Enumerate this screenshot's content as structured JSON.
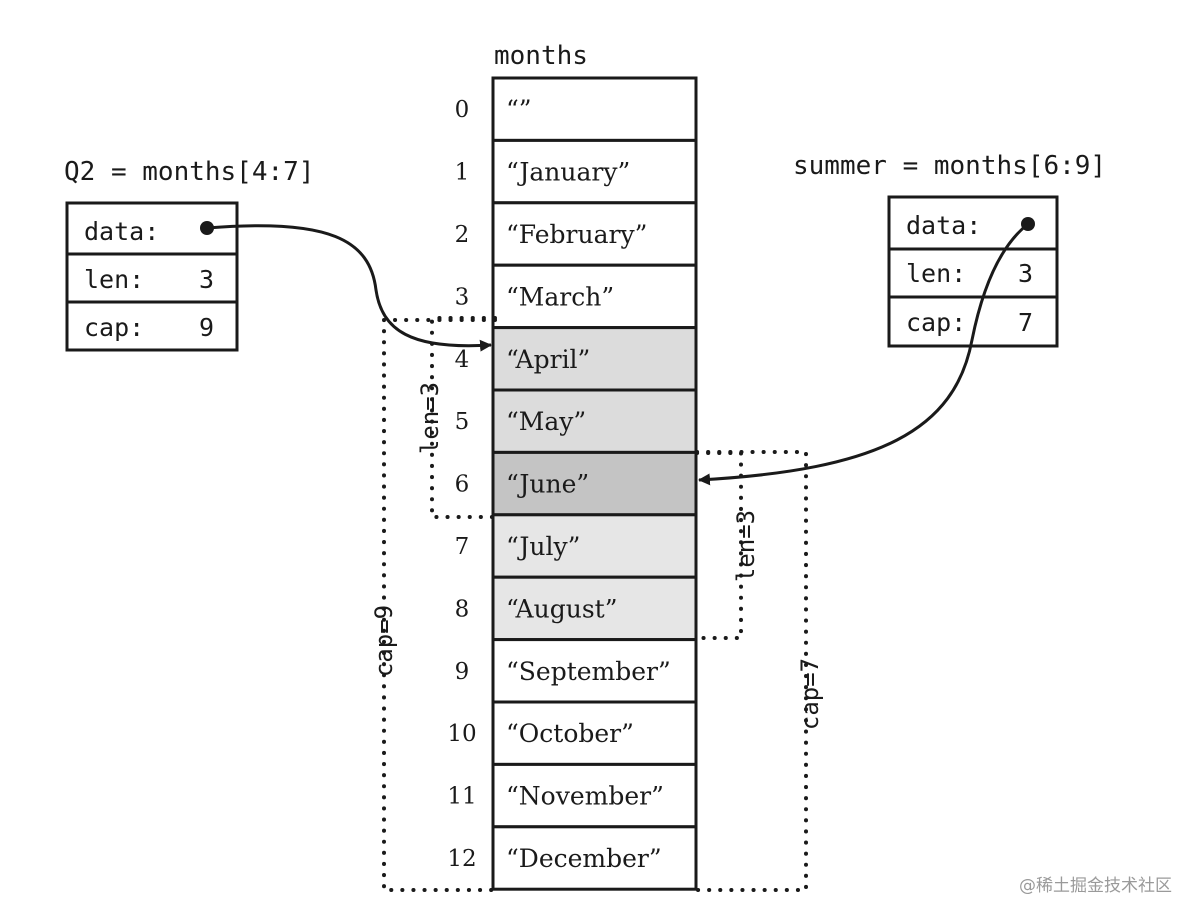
{
  "array": {
    "name": "months",
    "items": [
      {
        "index": "0",
        "value": "“”"
      },
      {
        "index": "1",
        "value": "“January”"
      },
      {
        "index": "2",
        "value": "“February”"
      },
      {
        "index": "3",
        "value": "“March”"
      },
      {
        "index": "4",
        "value": "“April”"
      },
      {
        "index": "5",
        "value": "“May”"
      },
      {
        "index": "6",
        "value": "“June”"
      },
      {
        "index": "7",
        "value": "“July”"
      },
      {
        "index": "8",
        "value": "“August”"
      },
      {
        "index": "9",
        "value": "“September”"
      },
      {
        "index": "10",
        "value": "“October”"
      },
      {
        "index": "11",
        "value": "“November”"
      },
      {
        "index": "12",
        "value": "“December”"
      }
    ],
    "colors": {
      "q2_overlap": "#dcdcdc",
      "both_overlap": "#c4c4c4",
      "summer_only": "#e6e6e6",
      "empty": "#ffffff"
    }
  },
  "q2": {
    "title": "Q2 = months[4:7]",
    "data_label": "data:",
    "len_label": "len:",
    "len_value": "3",
    "cap_label": "cap:",
    "cap_value": "9",
    "len_annotation": "len=3",
    "cap_annotation": "cap=9"
  },
  "summer": {
    "title": "summer = months[6:9]",
    "data_label": "data:",
    "len_label": "len:",
    "len_value": "3",
    "cap_label": "cap:",
    "cap_value": "7",
    "len_annotation": "len=3",
    "cap_annotation": "cap=7"
  },
  "watermark": "@稀土掘金技术社区"
}
